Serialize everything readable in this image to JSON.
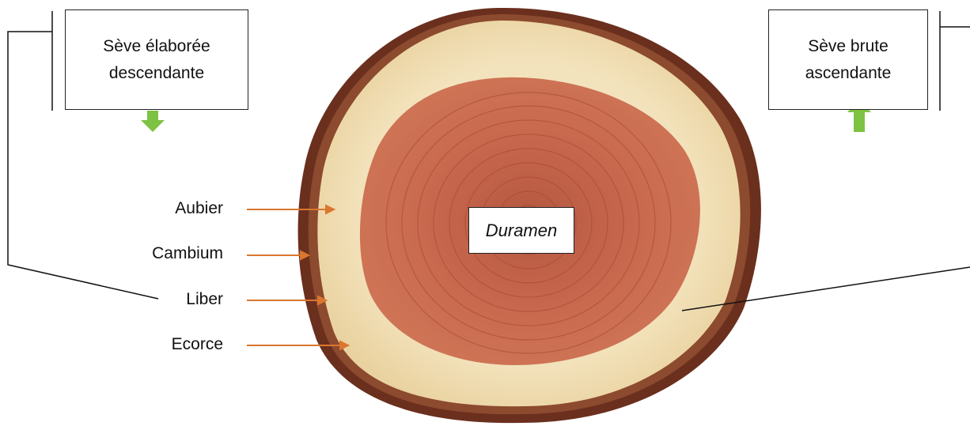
{
  "labels": {
    "sap_down": "Sève élaborée\ndescendante",
    "sap_up": "Sève brute\nascendante",
    "duramen": "Duramen",
    "aubier": "Aubier",
    "cambium": "Cambium",
    "liber": "Liber",
    "ecorce": "Ecorce"
  },
  "colors": {
    "bark": "#6b2f1e",
    "sapwood": "#f3e2b8",
    "heartwood": "#c9634a",
    "ring": "#a8452f",
    "pointer_arrow": "#d9772f",
    "flow_arrow": "#7dc242",
    "line": "#111111"
  }
}
